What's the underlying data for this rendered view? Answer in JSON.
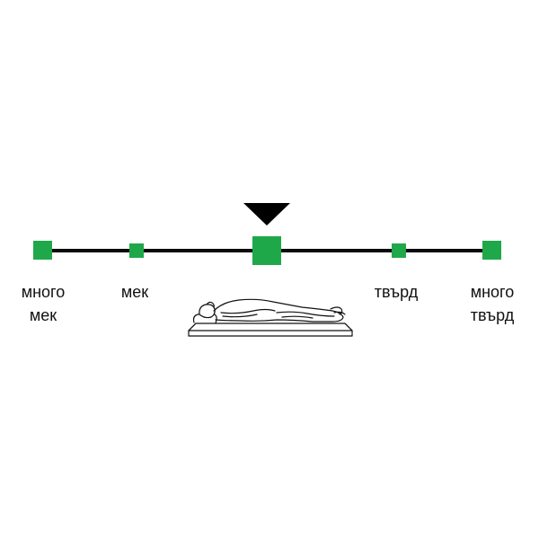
{
  "scale": {
    "points": [
      {
        "label_lines": [
          "много",
          "мек"
        ]
      },
      {
        "label_lines": [
          "мек"
        ]
      },
      {
        "label_lines": []
      },
      {
        "label_lines": [
          "твърд"
        ]
      },
      {
        "label_lines": [
          "много",
          "твърд"
        ]
      }
    ],
    "selected_index": 2,
    "marker_color": "#1fa84a",
    "line_color": "#0a0a0a",
    "pointer_color": "#000000"
  },
  "icons": {
    "pointer": "down-triangle-icon",
    "illustration": "person-on-mattress-icon"
  }
}
